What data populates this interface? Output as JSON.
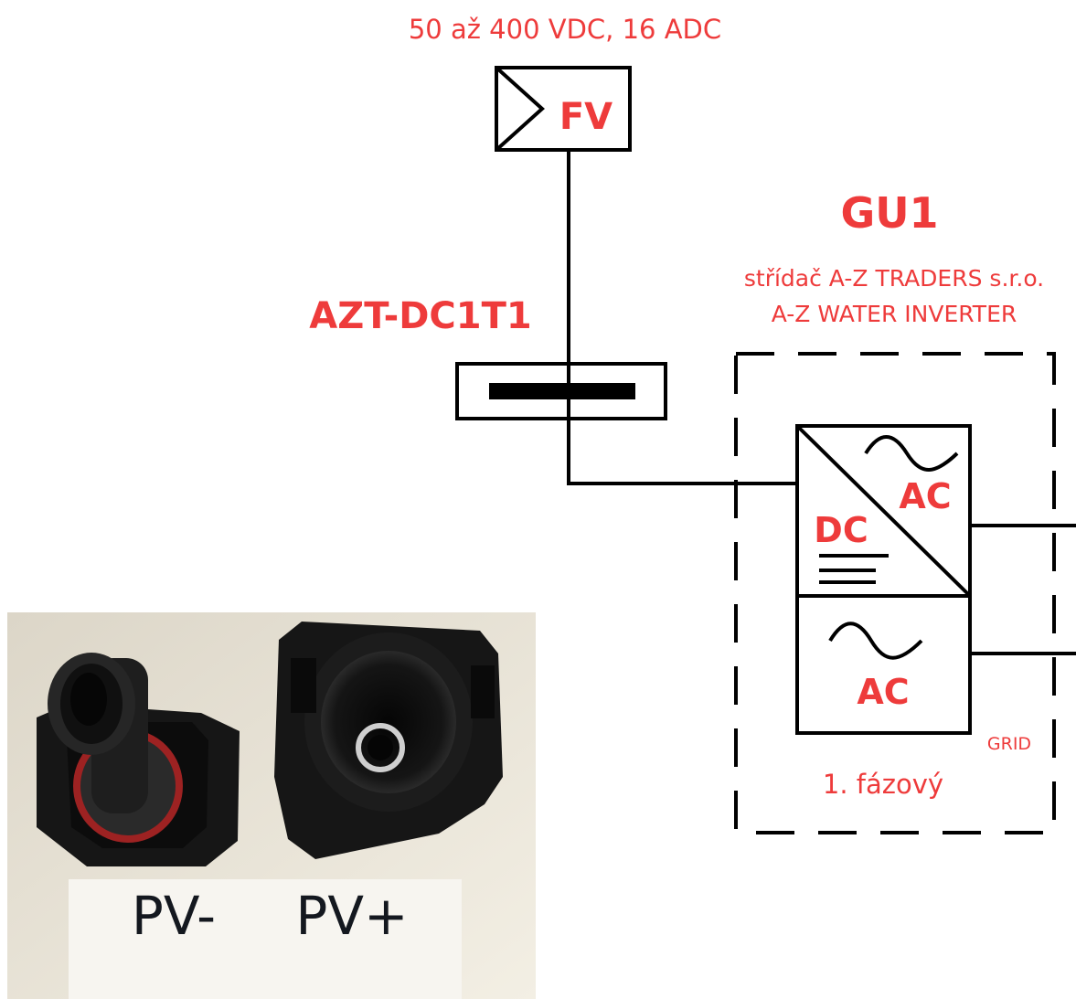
{
  "pv_source": {
    "rating_label": "50 až 400 VDC, 16 ADC",
    "symbol_label": "FV"
  },
  "dc_breaker": {
    "label": "AZT-DC1T1"
  },
  "inverter_unit": {
    "id_label": "GU1",
    "maker_line": "střídač A-Z TRADERS s.r.o.",
    "model_line": "A-Z WATER INVERTER",
    "converter_input_label": "DC",
    "converter_output_label": "AC",
    "grid_block_label": "AC",
    "grid_label": "GRID",
    "phase_label": "1. fázový"
  },
  "photo": {
    "label_minus": "PV-",
    "label_plus": "PV+"
  },
  "colors": {
    "accent": "#ee3b3b",
    "line": "#000000"
  }
}
